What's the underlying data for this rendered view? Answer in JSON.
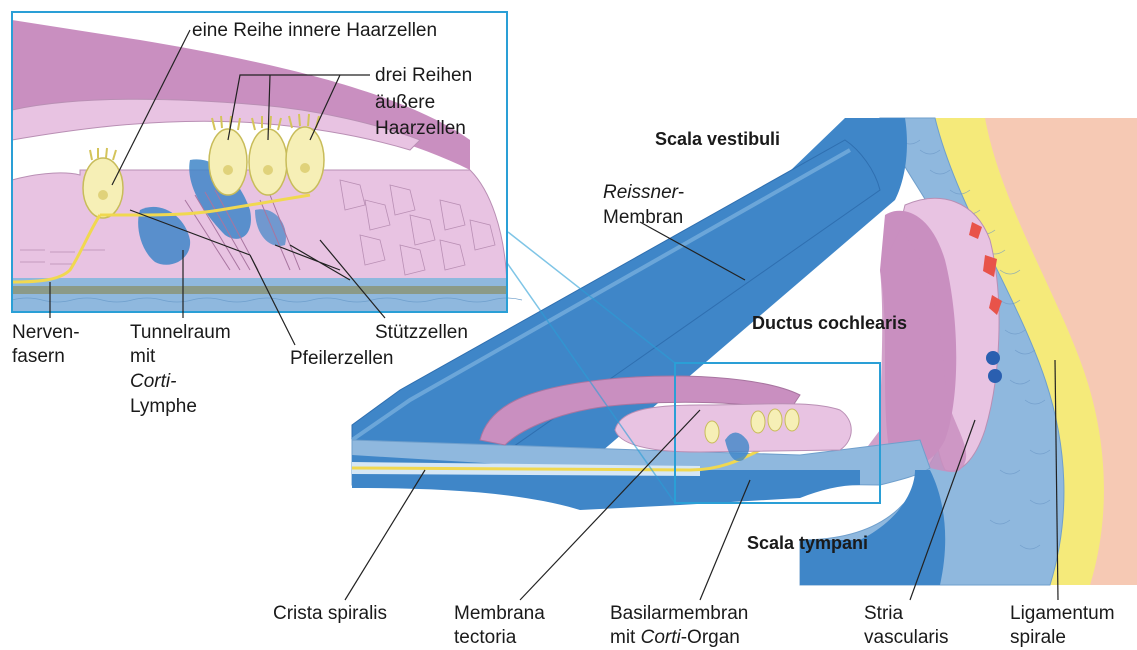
{
  "labels": {
    "inner_hair_cells": "eine Reihe innere Haarzellen",
    "outer_hair_cells_1": "drei Reihen",
    "outer_hair_cells_2": "äußere",
    "outer_hair_cells_3": "Haarzellen",
    "nerve_fibers_1": "Nerven-",
    "nerve_fibers_2": "fasern",
    "tunnel_1": "Tunnelraum",
    "tunnel_2": "mit",
    "tunnel_3_italic": "Corti-",
    "tunnel_4": "Lymphe",
    "support_cells": "Stützzellen",
    "pillar_cells": "Pfeilerzellen",
    "scala_vestibuli": "Scala vestibuli",
    "reissner_italic": "Reissner",
    "reissner_dash": "-",
    "reissner_2": "Membran",
    "ductus": "Ductus cochlearis",
    "scala_tympani": "Scala tympani",
    "crista": "Crista spiralis",
    "tectoria_1": "Membrana",
    "tectoria_2": "tectoria",
    "basilar_1": "Basilarmembran",
    "basilar_2_pre": "mit ",
    "basilar_2_italic": "Corti",
    "basilar_2_post": "-Organ",
    "stria_1": "Stria",
    "stria_2": "vascularis",
    "ligament_1": "Ligamentum",
    "ligament_2": "spirale"
  },
  "colors": {
    "frame_blue": "#2a9fd6",
    "scala_blue": "#3f86c8",
    "light_blue": "#8fb8de",
    "membrane_pink": "#c98fc0",
    "cell_pink": "#e8c3e2",
    "hair_cell_yellow": "#f6efb6",
    "bone_yellow": "#f5ea7a",
    "skin_peach": "#f6c9b4",
    "vessel_red": "#e8534a",
    "leader_line": "#222222"
  }
}
